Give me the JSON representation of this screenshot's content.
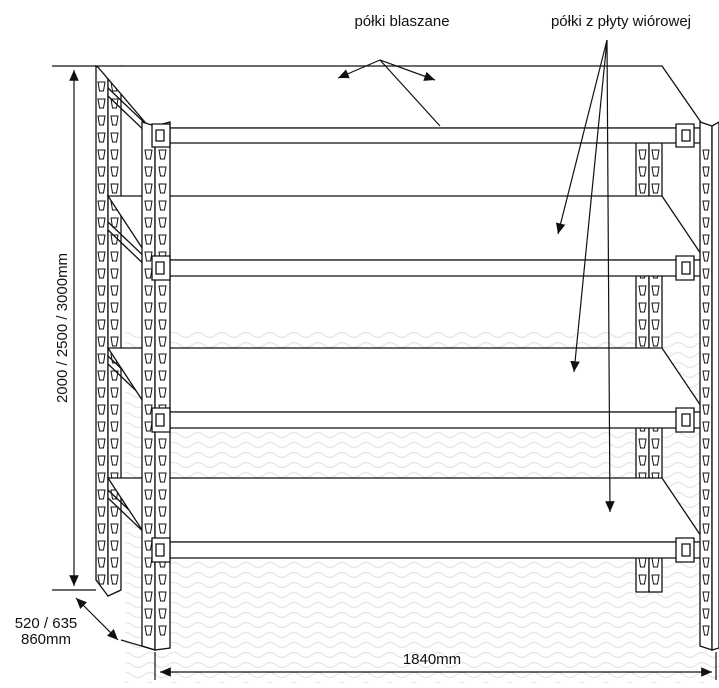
{
  "labels": {
    "metal_shelves": "półki blaszane",
    "chipboard_shelves": "półki z płyty wiórowej",
    "height": "2000 / 2500 / 3000mm",
    "depth_line1": "520 / 635",
    "depth_line2": "860mm",
    "width": "1840mm"
  },
  "colors": {
    "line": "#111111",
    "background": "#ffffff",
    "wave_pattern": "#e6e6e6"
  },
  "shelf_count": 4,
  "upright_icons": "keyhole-slot-icon"
}
